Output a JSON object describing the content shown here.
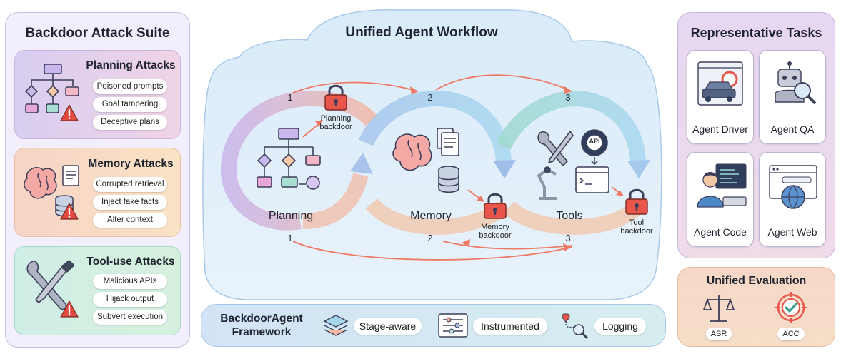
{
  "suite": {
    "title": "Backdoor Attack Suite",
    "sections": [
      {
        "title": "Planning Attacks",
        "items": [
          "Poisoned prompts",
          "Goal tampering",
          "Deceptive plans"
        ]
      },
      {
        "title": "Memory Attacks",
        "items": [
          "Corrupted retrieval",
          "Inject fake facts",
          "Alter context"
        ]
      },
      {
        "title": "Tool-use Attacks",
        "items": [
          "Malicious APIs",
          "Hijack output",
          "Subvert execution"
        ]
      }
    ]
  },
  "workflow": {
    "title": "Unified Agent Workflow",
    "stages": [
      "Planning",
      "Memory",
      "Tools"
    ],
    "backdoors": [
      {
        "line1": "Planning",
        "line2": "backdoor"
      },
      {
        "line1": "Memory",
        "line2": "backdoor"
      },
      {
        "line1": "Tool",
        "line2": "backdoor"
      }
    ],
    "upper_numbers": [
      "1",
      "2",
      "3"
    ],
    "lower_numbers": [
      "1",
      "2",
      "3"
    ],
    "api_label": "API"
  },
  "framework": {
    "title_line1": "BackdoorAgent",
    "title_line2": "Framework",
    "features": [
      "Stage-aware",
      "Instrumented",
      "Logging"
    ]
  },
  "tasks": {
    "title": "Representative Tasks",
    "items": [
      "Agent Driver",
      "Agent QA",
      "Agent Code",
      "Agent Web"
    ]
  },
  "evaluation": {
    "title": "Unified Evaluation",
    "metrics": [
      "ASR",
      "ACC"
    ]
  },
  "colors": {
    "suite_bg": "#f2eefb",
    "planning_bg": "#e4d6f3",
    "memory_bg": "#f8dcc5",
    "tool_bg": "#d4efe8",
    "workflow_bg": "#dfeef9",
    "tasks_bg": "#ead9f2",
    "eval_bg": "#f7dcc8",
    "lock_red": "#e8554a",
    "warning_red": "#e04a3f",
    "arrow_coral": "#ee7a63"
  }
}
